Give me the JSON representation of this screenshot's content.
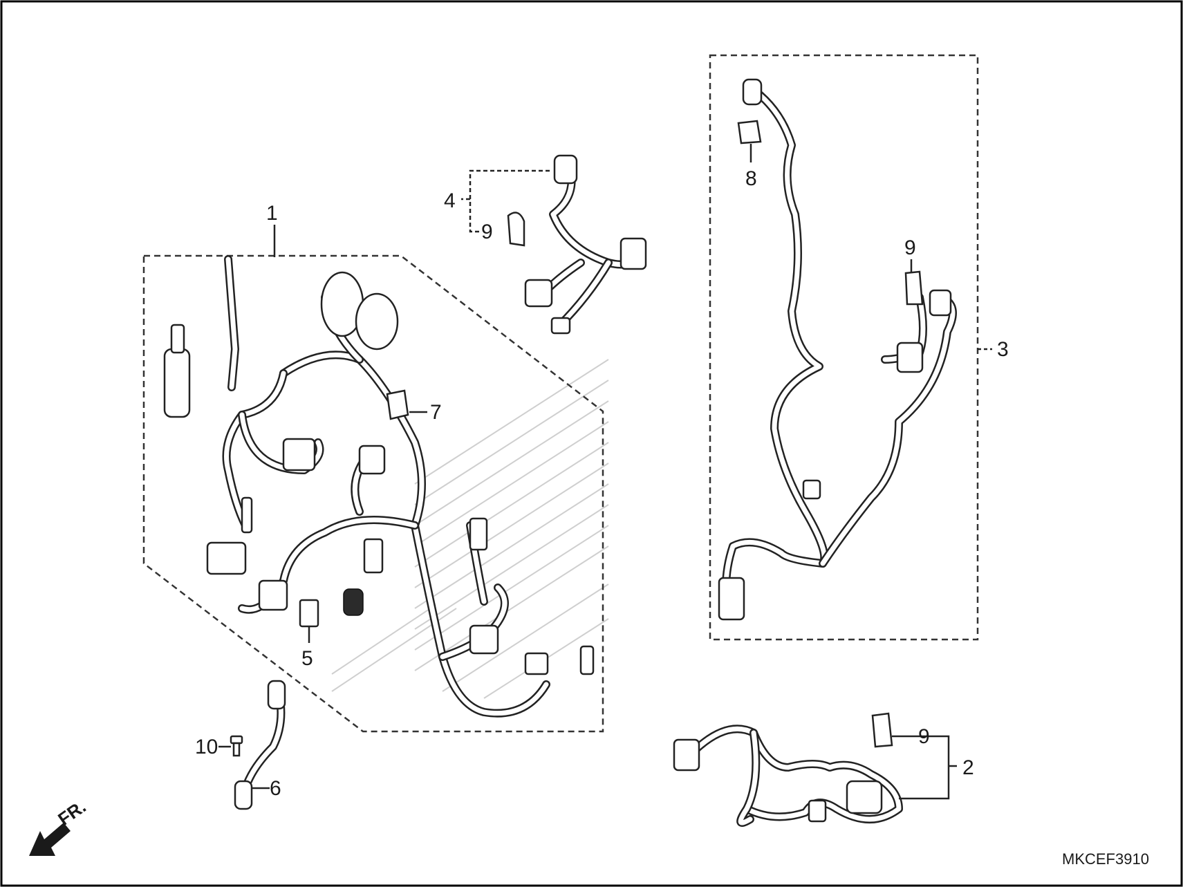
{
  "callouts": {
    "c1": "1",
    "c2": "2",
    "c3": "3",
    "c4": "4",
    "c5": "5",
    "c6": "6",
    "c7": "7",
    "c8": "8",
    "c9a": "9",
    "c9b": "9",
    "c9c": "9",
    "c10": "10"
  },
  "direction_label": "FR.",
  "diagram_code": "MKCEF3910",
  "colors": {
    "line": "#222222",
    "hatch": "#cfcfcf",
    "background": "#ffffff"
  }
}
